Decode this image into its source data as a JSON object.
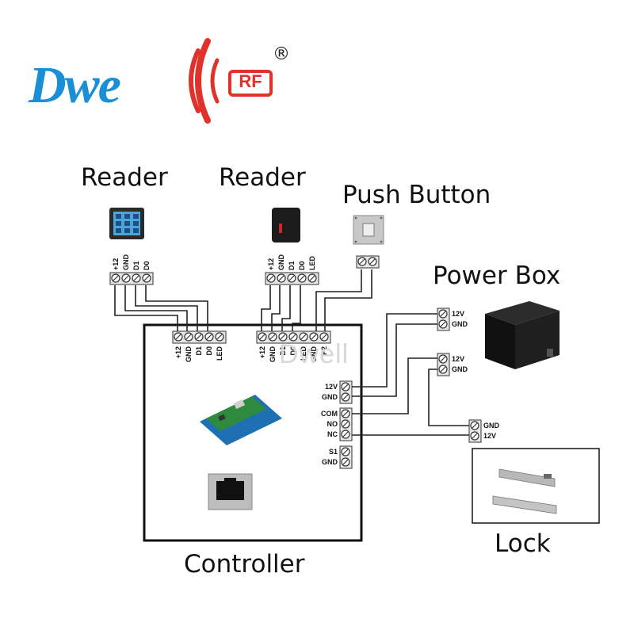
{
  "logo": {
    "brand": "Dwe",
    "rf": "RF",
    "reg": "®"
  },
  "labels": {
    "reader_left": "Reader",
    "reader_right": "Reader",
    "push_button": "Push Button",
    "power_box": "Power Box",
    "controller": "Controller",
    "lock": "Lock",
    "watermark": "Dwell"
  },
  "terminals": {
    "reader_left": [
      "+12",
      "GND",
      "D1",
      "D0"
    ],
    "reader_right": [
      "+12",
      "GND",
      "D1",
      "D0",
      "LED"
    ],
    "push_button": [
      "",
      ""
    ],
    "ctrl_reader1": [
      "+12",
      "GND",
      "D1",
      "D0",
      "LED"
    ],
    "ctrl_reader2": [
      "+12",
      "GND",
      "D1",
      "D0",
      "LED",
      "GND",
      "P2"
    ],
    "ctrl_power": [
      "12V",
      "GND"
    ],
    "ctrl_relay": [
      "COM",
      "NO",
      "NC"
    ],
    "ctrl_s1": [
      "S1",
      "GND"
    ],
    "psu_out1": [
      "12V",
      "GND"
    ],
    "psu_out2": [
      "12V",
      "GND"
    ],
    "lock_in": [
      "GND",
      "12V"
    ]
  },
  "colors": {
    "logo_blue": "#1a8fd6",
    "logo_red": "#e0312a",
    "wire": "#222222"
  }
}
